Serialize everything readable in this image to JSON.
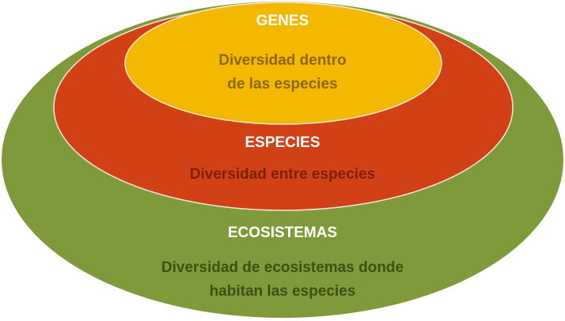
{
  "colors": {
    "ecosystems": "#7f9a3a",
    "species": "#d24116",
    "genes": "#f5b800",
    "genes_text": "#8a6808",
    "species_text": "#7c1e08",
    "ecosystems_text": "#3e4f12"
  },
  "genes": {
    "title": "GENES",
    "line1": "Diversidad dentro",
    "line2": "de las especies"
  },
  "species": {
    "title": "ESPECIES",
    "line1": "Diversidad entre especies"
  },
  "ecosystems": {
    "title": "ECOSISTEMAS",
    "line1": "Diversidad de ecosistemas donde",
    "line2": "habitan las especies"
  }
}
